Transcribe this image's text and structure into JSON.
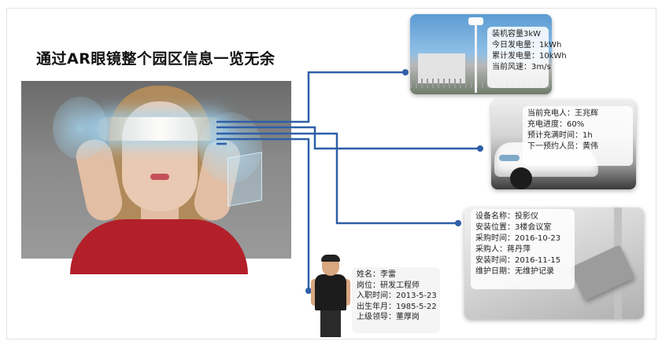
{
  "title": "通过AR眼镜整个园区信息一览无余",
  "cards": {
    "energy": {
      "lines": [
        "装机容量3kW",
        "今日发电量：1kWh",
        "累计发电量：10kWh",
        "当前风速：3m/s"
      ]
    },
    "charging": {
      "lines": [
        "当前充电人：王兆辉",
        "充电进度：60%",
        "预计充满时间：1h",
        "下一预约人员：黄伟"
      ]
    },
    "device": {
      "lines": [
        "设备名称：投影仪",
        "安装位置：3楼会议室",
        "采购时间：2016-10-23",
        "采购人：蒋丹萍",
        "安装时间：2016-11-15",
        "维护日期：无维护记录"
      ]
    },
    "person": {
      "lines": [
        "姓名：李雷",
        "岗位：研发工程师",
        "入职时间：2013-5-23",
        "出生年月：1985-5-22",
        "上级领导：董厚岗"
      ]
    }
  },
  "colors": {
    "connector": "#2e5fa8",
    "title": "#111111"
  }
}
